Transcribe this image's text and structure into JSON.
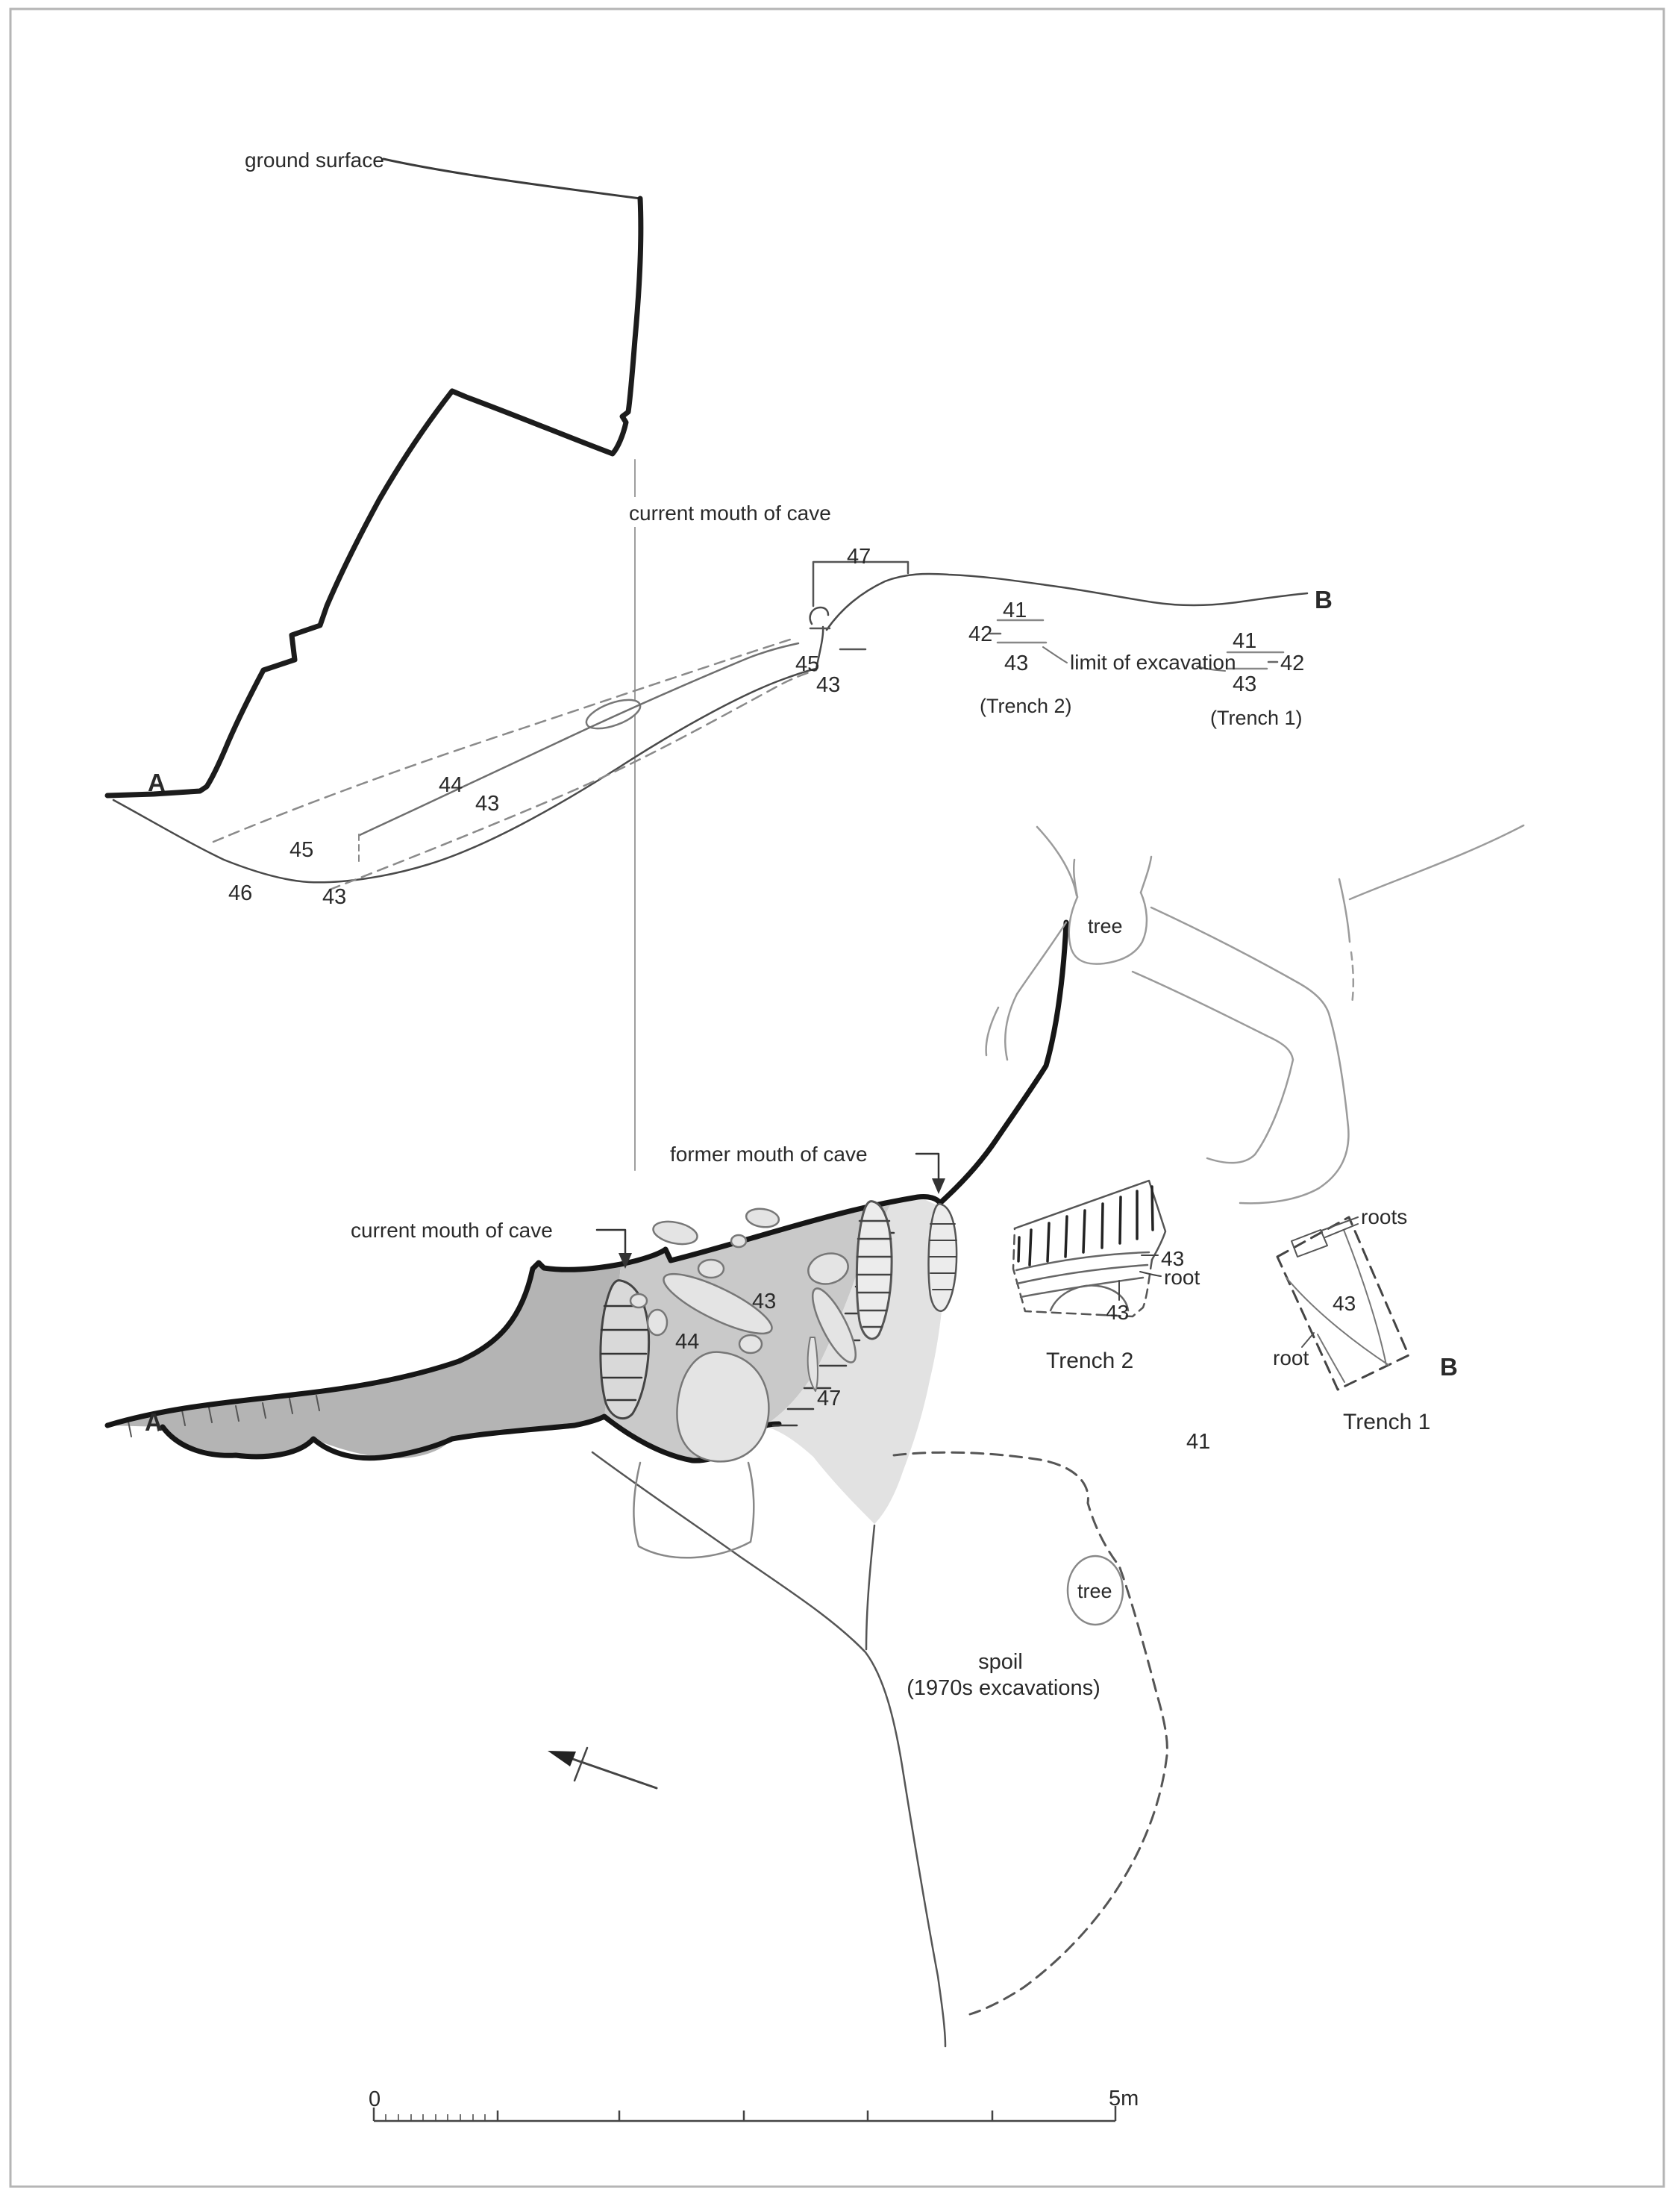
{
  "figure": {
    "kind": "archaeological-site-drawing",
    "views": [
      "section A–B",
      "plan"
    ],
    "colors": {
      "thick_line": "#1c1c1c",
      "mid_line": "#555555",
      "light_line": "#9b9b9b",
      "fill_cave_dark": "#b4b4b4",
      "fill_cave_mid": "#c9c9c9",
      "fill_cave_light": "#e2e2e2",
      "frame": "#b5b5b5"
    }
  },
  "section": {
    "ground_surface": "ground surface",
    "current_mouth": "current mouth of cave",
    "label_47": "47",
    "point_a": "A",
    "point_b": "B",
    "t2_41": "41",
    "t2_42": "42",
    "t2_43": "43",
    "limit_of_excavation": "limit of excavation",
    "t1_41": "41",
    "t1_42": "42",
    "t1_43": "43",
    "trench2_caption": "(Trench 2)",
    "trench1_caption": "(Trench 1)",
    "slope_45": "45",
    "slope_43": "43",
    "band_44": "44",
    "band_43": "43",
    "hollow_45": "45",
    "hollow_46": "46",
    "hollow_43": "43"
  },
  "plan": {
    "former_mouth": "former mouth of cave",
    "current_mouth": "current  mouth of cave",
    "point_a": "A",
    "point_b": "B",
    "tree_top": "tree",
    "tree_circle": "tree",
    "layer_43": "43",
    "layer_44": "44",
    "layer_47": "47",
    "layer_41": "41",
    "t2_43_upper": "43",
    "t2_root": "root",
    "t2_43_lower": "43",
    "trench2_label": "Trench 2",
    "t1_roots": "roots",
    "t1_43": "43",
    "t1_root": "root",
    "trench1_label": "Trench 1",
    "spoil_line1": "spoil",
    "spoil_line2": "(1970s excavations)"
  },
  "scale_bar": {
    "start_label": "0",
    "end_label": "5m",
    "length_m": 5
  }
}
